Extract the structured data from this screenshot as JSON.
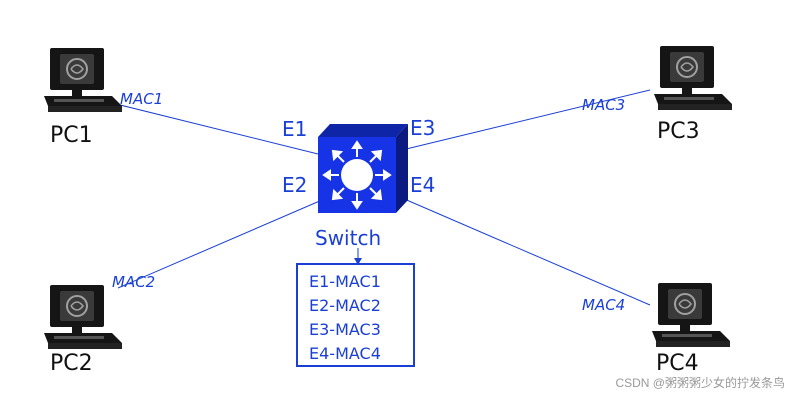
{
  "switch": {
    "label": "Switch"
  },
  "ports": {
    "e1": "E1",
    "e2": "E2",
    "e3": "E3",
    "e4": "E4"
  },
  "pcs": {
    "pc1": {
      "label": "PC1",
      "mac": "MAC1"
    },
    "pc2": {
      "label": "PC2",
      "mac": "MAC2"
    },
    "pc3": {
      "label": "PC3",
      "mac": "MAC3"
    },
    "pc4": {
      "label": "PC4",
      "mac": "MAC4"
    }
  },
  "mac_table": [
    "E1-MAC1",
    "E2-MAC2",
    "E3-MAC3",
    "E4-MAC4"
  ],
  "watermark": "CSDN @粥粥粥少女的拧发条鸟",
  "colors": {
    "link": "#1a3fd6",
    "switch": "#1733e6",
    "pc": "#111111"
  }
}
